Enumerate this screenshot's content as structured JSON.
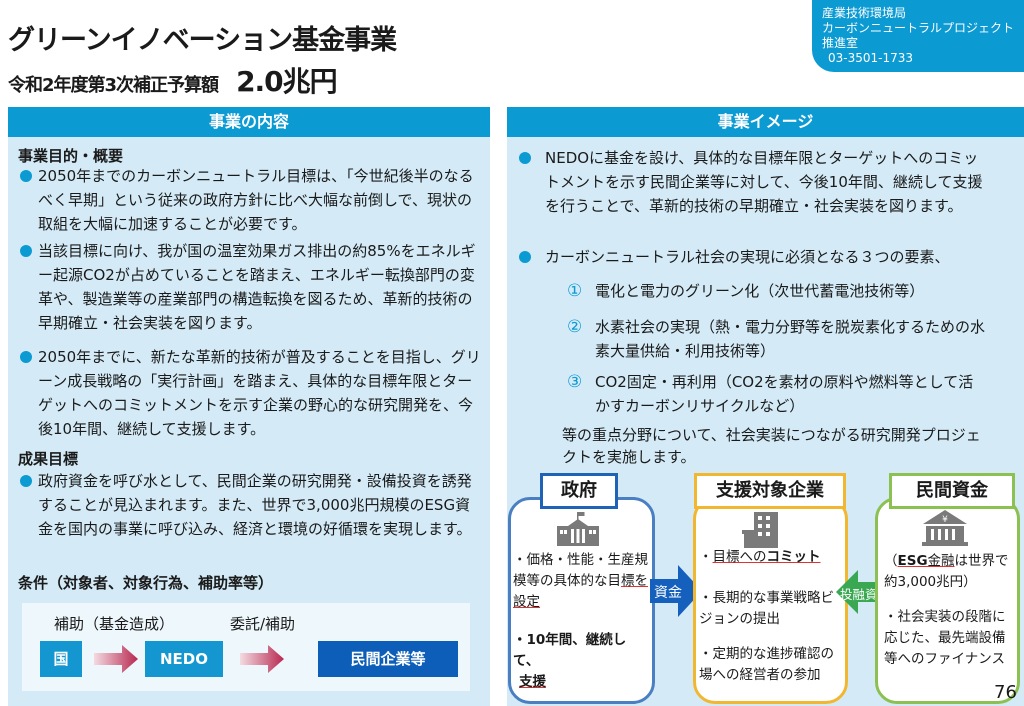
{
  "header": {
    "title": "グリーンイノベーション基金事業",
    "subtitle": "令和2年度第3次補正予算額",
    "amount": "2.0兆円"
  },
  "contact": {
    "dept": "産業技術環境局",
    "office": "カーボンニュートラルプロジェクト推進室",
    "phone": "03-3501-1733"
  },
  "left": {
    "heading": "事業の内容",
    "purpose_title": "事業目的・概要",
    "purpose": [
      "2050年までのカーボンニュートラル目標は、「今世紀後半のなるべく早期」という従来の政府方針に比べ大幅な前倒しで、現状の取組を大幅に加速することが必要です。",
      "当該目標に向け、我が国の温室効果ガス排出の約85%をエネルギー起源CO2が占めていることを踏まえ、エネルギー転換部門の変革や、製造業等の産業部門の構造転換を図るため、革新的技術の早期確立・社会実装を図ります。",
      "2050年までに、新たな革新的技術が普及することを目指し、グリーン成長戦略の「実行計画」を踏まえ、具体的な目標年限とターゲットへのコミットメントを示す企業の野心的な研究開発を、今後10年間、継続して支援します。"
    ],
    "outcome_title": "成果目標",
    "outcome": "政府資金を呼び水として、民間企業の研究開発・設備投資を誘発することが見込まれます。また、世界で3,000兆円規模のESG資金を国内の事業に呼び込み、経済と環境の好循環を実現します。",
    "cond_title": "条件（対象者、対象行為、補助率等）",
    "flow": {
      "label1": "補助（基金造成）",
      "label2": "委託/補助",
      "n1": "国",
      "n2": "NEDO",
      "n3": "民間企業等"
    }
  },
  "right": {
    "heading": "事業イメージ",
    "b1": "NEDOに基金を設け、具体的な目標年限とターゲットへのコミットメントを示す民間企業等に対して、今後10年間、継続して支援を行うことで、革新的技術の早期確立・社会実装を図ります。",
    "b2": "カーボンニュートラル社会の実現に必須となる３つの要素、",
    "items": [
      {
        "n": "①",
        "t": "電化と電力のグリーン化（次世代蓄電池技術等）"
      },
      {
        "n": "②",
        "t": "水素社会の実現（熱・電力分野等を脱炭素化するための水素大量供給・利用技術等）"
      },
      {
        "n": "③",
        "t": "CO2固定・再利用（CO2を素材の原料や燃料等として活かすカーボンリサイクルなど）"
      }
    ],
    "closing": "等の重点分野について、社会実装につながる研究開発プロジェクトを実施します。",
    "gov": {
      "label": "政府",
      "p1a": "・価格・性能・生産規模等の具体的な目",
      "p1b": "標を設定",
      "p2": "・10年間、継続して、",
      "p2b": "支援"
    },
    "firm": {
      "label": "支援対象企業",
      "p1a": "・",
      "p1b": "目標への",
      "p1c": "コミット",
      "p2": "・長期的な事業戦略ビジョンの提出",
      "p3": "・定期的な進捗確認の場への経営者の参加"
    },
    "priv": {
      "label": "民間資金",
      "p1a": "（",
      "p1b": "ESG",
      "p1c": "金融",
      "p1d": "は世界で約3,000兆円）",
      "p2": "・社会実装の段階に応じた、最先端設備等へのファイナンス"
    },
    "arrow_fund": "資金",
    "arrow_invest": "投融資"
  },
  "page_number": "76",
  "colors": {
    "accent": "#0c9ad3",
    "panel": "#d4ebf7",
    "gov": "#4a7fc1",
    "firm": "#f2b731",
    "priv": "#8cc152"
  }
}
